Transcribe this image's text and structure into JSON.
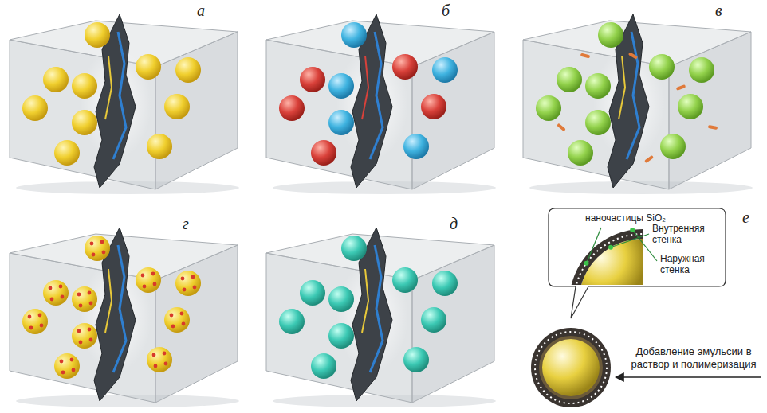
{
  "diagram": {
    "nodes": [
      {
        "text": [
          "наночастицы SiO₂",
          "Внутренняя стенка",
          "Наружная стенка"
        ]
      }
    ],
    "labels": [
      "а",
      "б",
      "в",
      "г",
      "д",
      "е",
      "Добавление эмульсии в раствор и полимеризация"
    ]
  }
}
